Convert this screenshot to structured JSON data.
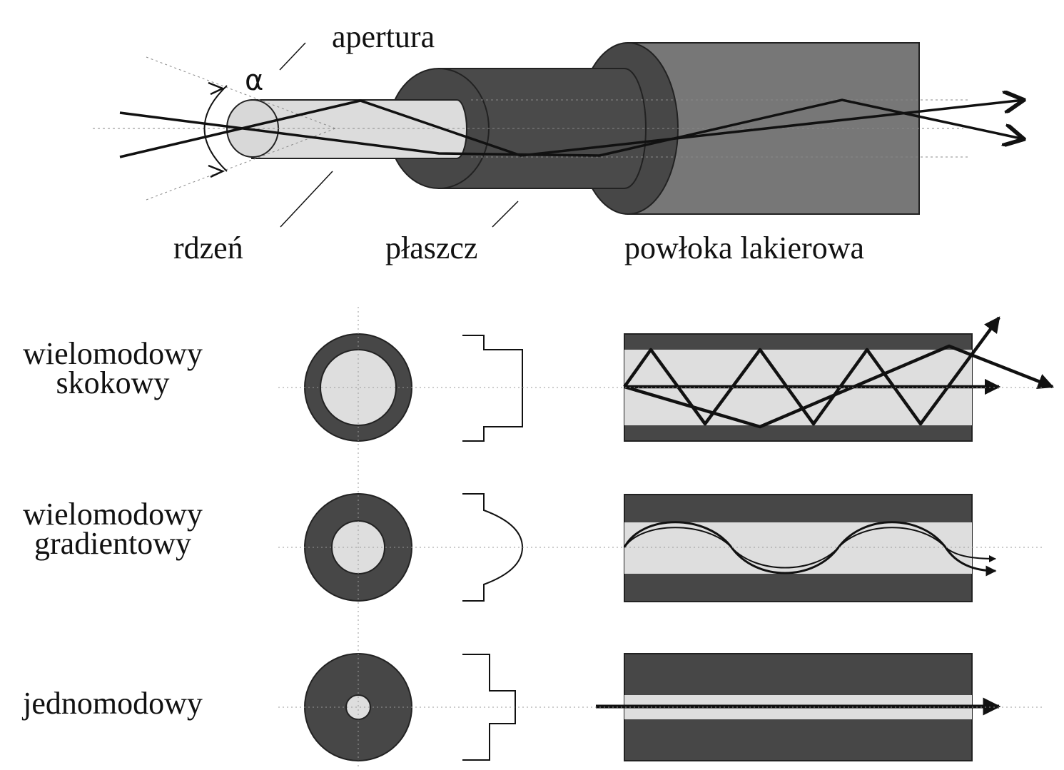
{
  "labels": {
    "aperture": "apertura",
    "alpha": "α",
    "core": "rdzeń",
    "cladding": "płaszcz",
    "coating": "powłoka lakierowa"
  },
  "fiber_types": [
    {
      "line1": "wielomodowy",
      "line2": "skokowy"
    },
    {
      "line1": "wielomodowy",
      "line2": "gradientowy"
    },
    {
      "line1": "jednomodowy",
      "line2": ""
    }
  ],
  "colors": {
    "coating_gray": "#777777",
    "cladding_dark": "#474747",
    "core_light": "#d8d8d8",
    "ray": "#111111"
  }
}
